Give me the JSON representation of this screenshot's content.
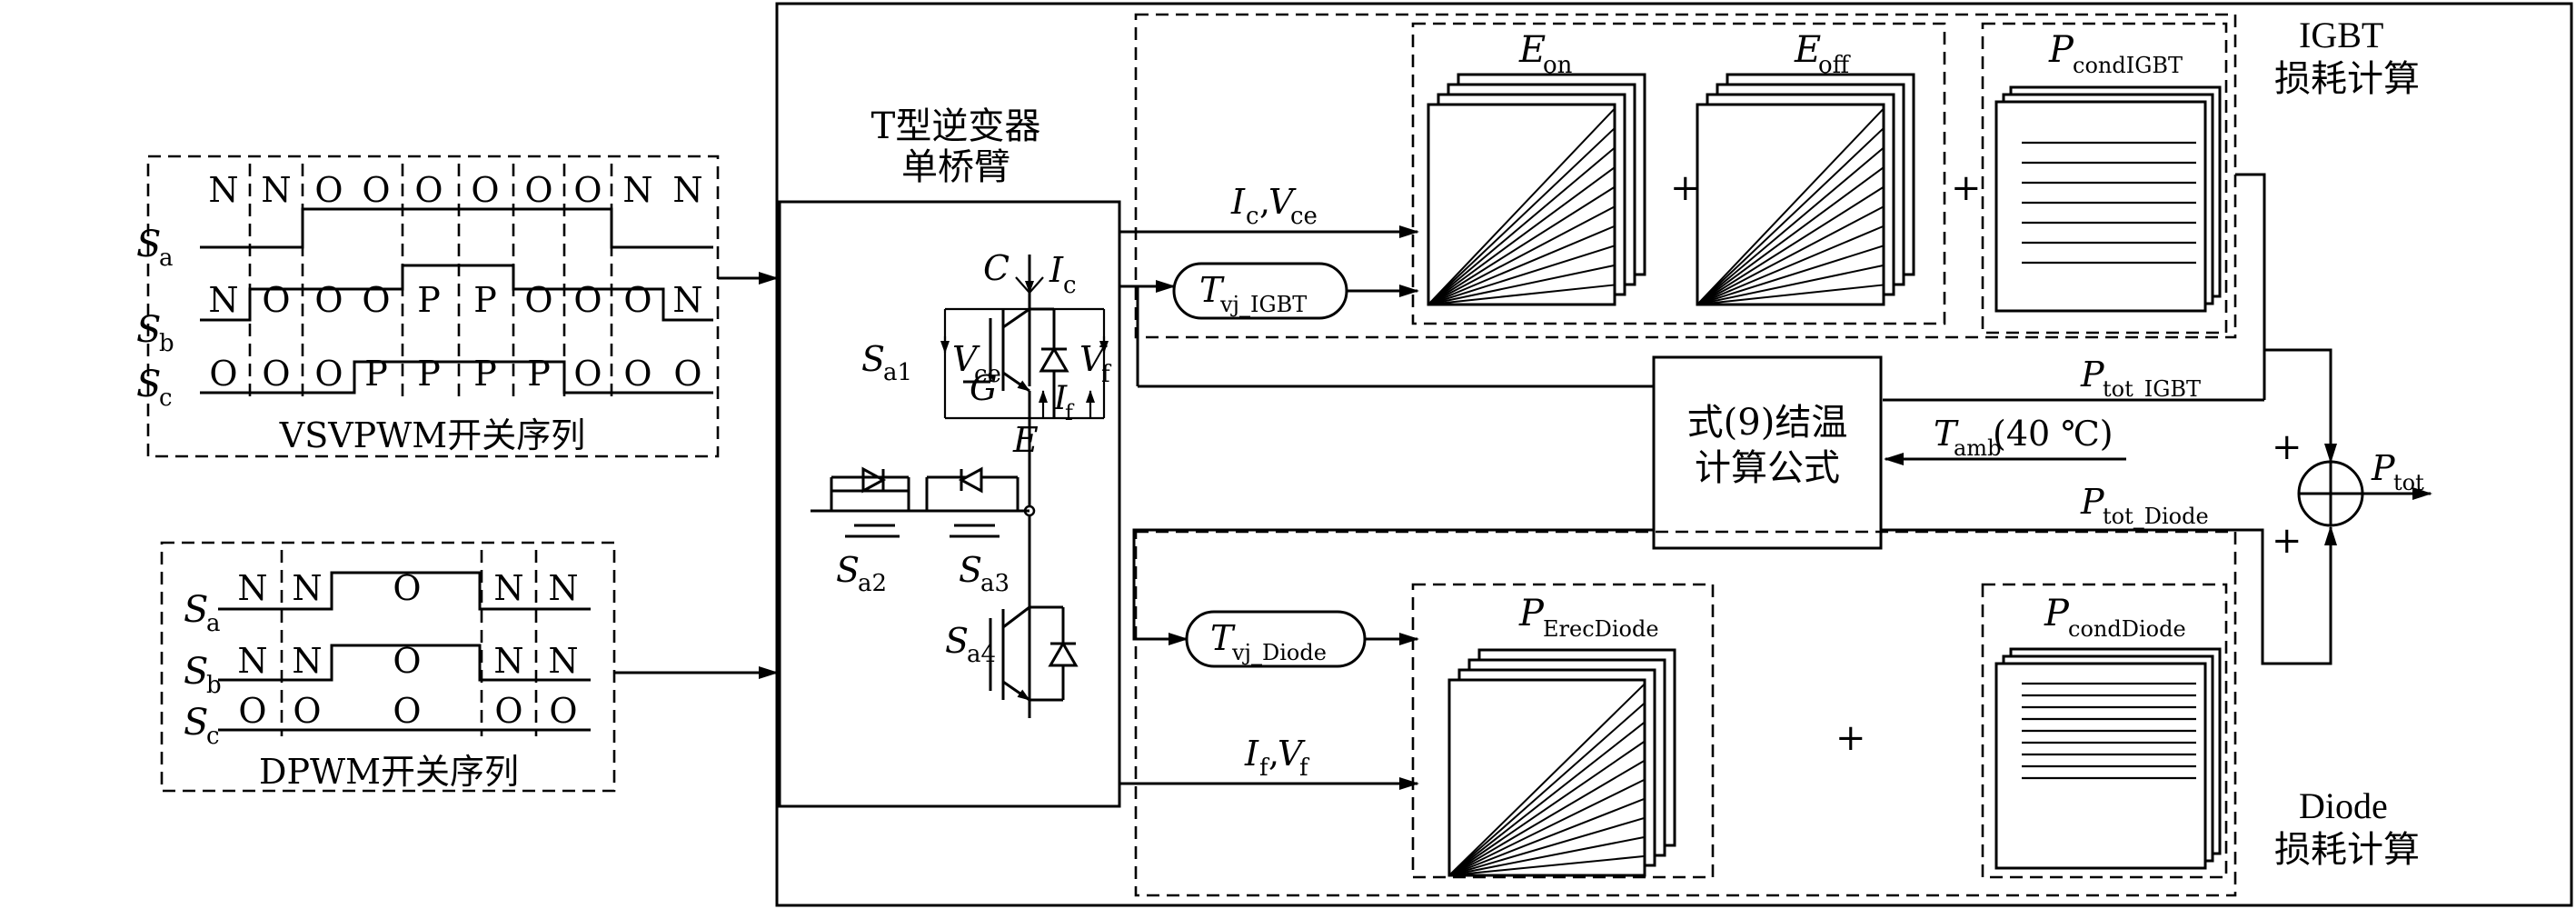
{
  "vsvpwm": {
    "caption": "VSVPWM开关序列",
    "row_a": {
      "label": "S",
      "sub": "a",
      "states": [
        "N",
        "N",
        "O",
        "O",
        "O",
        "O",
        "O",
        "O",
        "N",
        "N"
      ]
    },
    "row_b": {
      "label": "S",
      "sub": "b",
      "states": [
        "N",
        "O",
        "O",
        "O",
        "P",
        "P",
        "O",
        "O",
        "O",
        "N"
      ]
    },
    "row_c": {
      "label": "S",
      "sub": "c",
      "states": [
        "O",
        "O",
        "O",
        "P",
        "P",
        "P",
        "P",
        "O",
        "O",
        "O"
      ]
    }
  },
  "dpwm": {
    "caption": "DPWM开关序列",
    "row_a": {
      "label": "S",
      "sub": "a",
      "states": [
        "N",
        "N",
        "O",
        "N",
        "N"
      ]
    },
    "row_b": {
      "label": "S",
      "sub": "b",
      "states": [
        "N",
        "N",
        "O",
        "N",
        "N"
      ]
    },
    "row_c": {
      "label": "S",
      "sub": "c",
      "states": [
        "O",
        "O",
        "O",
        "O",
        "O"
      ]
    }
  },
  "inverter": {
    "title_line1": "T型逆变器",
    "title_line2": "单桥臂",
    "C": "C",
    "E": "E",
    "G": "G",
    "Ic": "I",
    "Ic_sub": "c",
    "Vce": "V",
    "Vce_sub": "ce",
    "Vf": "V",
    "Vf_sub": "f",
    "If": "I",
    "If_sub": "f",
    "Sa1": "S",
    "Sa1_sub": "a1",
    "Sa2": "S",
    "Sa2_sub": "a2",
    "Sa3": "S",
    "Sa3_sub": "a3",
    "Sa4": "S",
    "Sa4_sub": "a4"
  },
  "igbt": {
    "section_line1": "IGBT",
    "section_line2": "损耗计算",
    "in_label_I": "I",
    "in_label_I_sub": "c",
    "in_label_sep": ",",
    "in_label_V": "V",
    "in_label_V_sub": "ce",
    "tvj": "T",
    "tvj_sub": "vj_IGBT",
    "eon": "E",
    "eon_sub": "on",
    "eoff": "E",
    "eoff_sub": "off",
    "pcond": "P",
    "pcond_sub": "condIGBT",
    "plus1": "+",
    "plus2": "+",
    "ptot": "P",
    "ptot_sub": "tot_IGBT"
  },
  "diode": {
    "section_line1": "Diode",
    "section_line2": "损耗计算",
    "in_label_I": "I",
    "in_label_I_sub": "f",
    "in_label_sep": ",",
    "in_label_V": "V",
    "in_label_V_sub": "f",
    "tvj": "T",
    "tvj_sub": "vj_Diode",
    "perec": "P",
    "perec_sub": "ErecDiode",
    "pcond": "P",
    "pcond_sub": "condDiode",
    "plus": "+",
    "ptot": "P",
    "ptot_sub": "tot_Diode"
  },
  "junction": {
    "line1": "式(9)结温",
    "line2": "计算公式",
    "tamb": "T",
    "tamb_sub": "amb",
    "tamb_value": " (40 ℃)"
  },
  "sum": {
    "plus_top": "+",
    "plus_bottom": "+",
    "out": "P",
    "out_sub": "tot"
  }
}
